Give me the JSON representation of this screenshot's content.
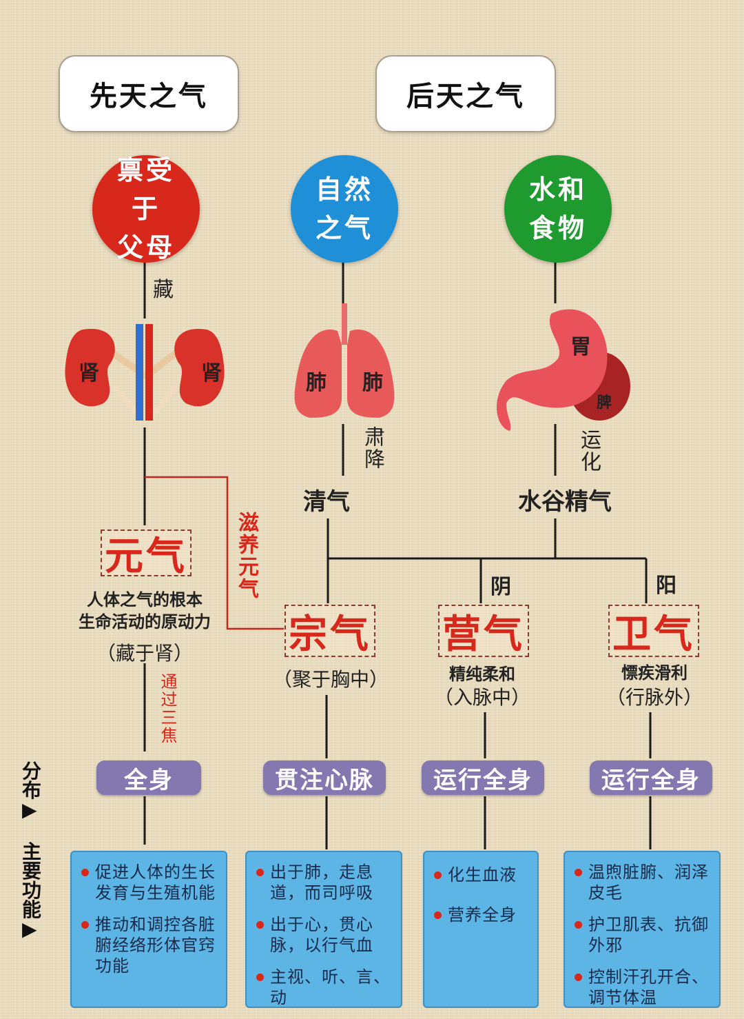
{
  "headers": {
    "innate": "先天之气",
    "acquired": "后天之气"
  },
  "sources": {
    "parents": [
      "禀受于",
      "父母"
    ],
    "nature": [
      "自然",
      "之气"
    ],
    "food": [
      "水和",
      "食物"
    ]
  },
  "colors": {
    "red": "#d8281c",
    "blue": "#1f8fd8",
    "green": "#1e9a2e",
    "pill": "#8478b0",
    "func": "#5cb5e4"
  },
  "links": {
    "cang": "藏",
    "sujiang": "肃降",
    "yunhua": "运化",
    "ziyang": "滋养元气",
    "tongguo": "通过三焦",
    "yin": "阴",
    "yang": "阳"
  },
  "organs": {
    "kidney": "肾",
    "lung": "肺",
    "stomach": "胃",
    "spleen": "脾"
  },
  "mid": {
    "qingqi": "清气",
    "shuigu": "水谷精气"
  },
  "qi": {
    "yuan": {
      "name": "元气",
      "desc1": "人体之气的根本",
      "desc2": "生命活动的原动力",
      "loc": "（藏于肾）"
    },
    "zong": {
      "name": "宗气",
      "loc": "（聚于胸中）"
    },
    "ying": {
      "name": "营气",
      "desc": "精纯柔和",
      "loc": "（入脉中）"
    },
    "wei": {
      "name": "卫气",
      "desc": "慓疾滑利",
      "loc": "（行脉外）"
    }
  },
  "side_labels": {
    "distribution": "分布▶",
    "function": "主要功能▶"
  },
  "distribution": [
    "全身",
    "贯注心脉",
    "运行全身",
    "运行全身"
  ],
  "functions": {
    "yuan": [
      "促进人体的生长发育与生殖机能",
      "推动和调控各脏腑经络形体官窍功能"
    ],
    "zong": [
      "出于肺，走息道，而司呼吸",
      "出于心，贯心脉，以行气血",
      "主视、听、言、动"
    ],
    "ying": [
      "化生血液",
      "营养全身"
    ],
    "wei": [
      "温煦脏腑、润泽皮毛",
      "护卫肌表、抗御外邪",
      "控制汗孔开合、调节体温"
    ]
  }
}
